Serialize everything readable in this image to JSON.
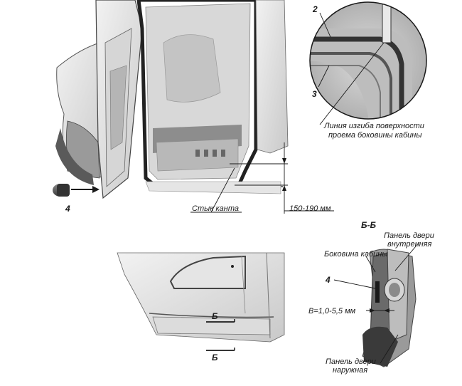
{
  "callouts": {
    "n2": "2",
    "n3": "3",
    "n4_door": "4",
    "n4_section": "4"
  },
  "labels": {
    "bend_line_1": "Линия изгиба поверхности",
    "bend_line_2": "проема боковины кабины",
    "seam_joint": "Стык канта",
    "distance": "150-190 мм",
    "section_title": "Б-Б",
    "door_inner_1": "Панель двери",
    "door_inner_2": "внутренняя",
    "cab_side": "Боковина кабины",
    "gap": "B=1,0-5,5 мм",
    "door_outer_1": "Панель двери",
    "door_outer_2": "наружная",
    "section_mark_top": "Б",
    "section_mark_bottom": "Б"
  }
}
